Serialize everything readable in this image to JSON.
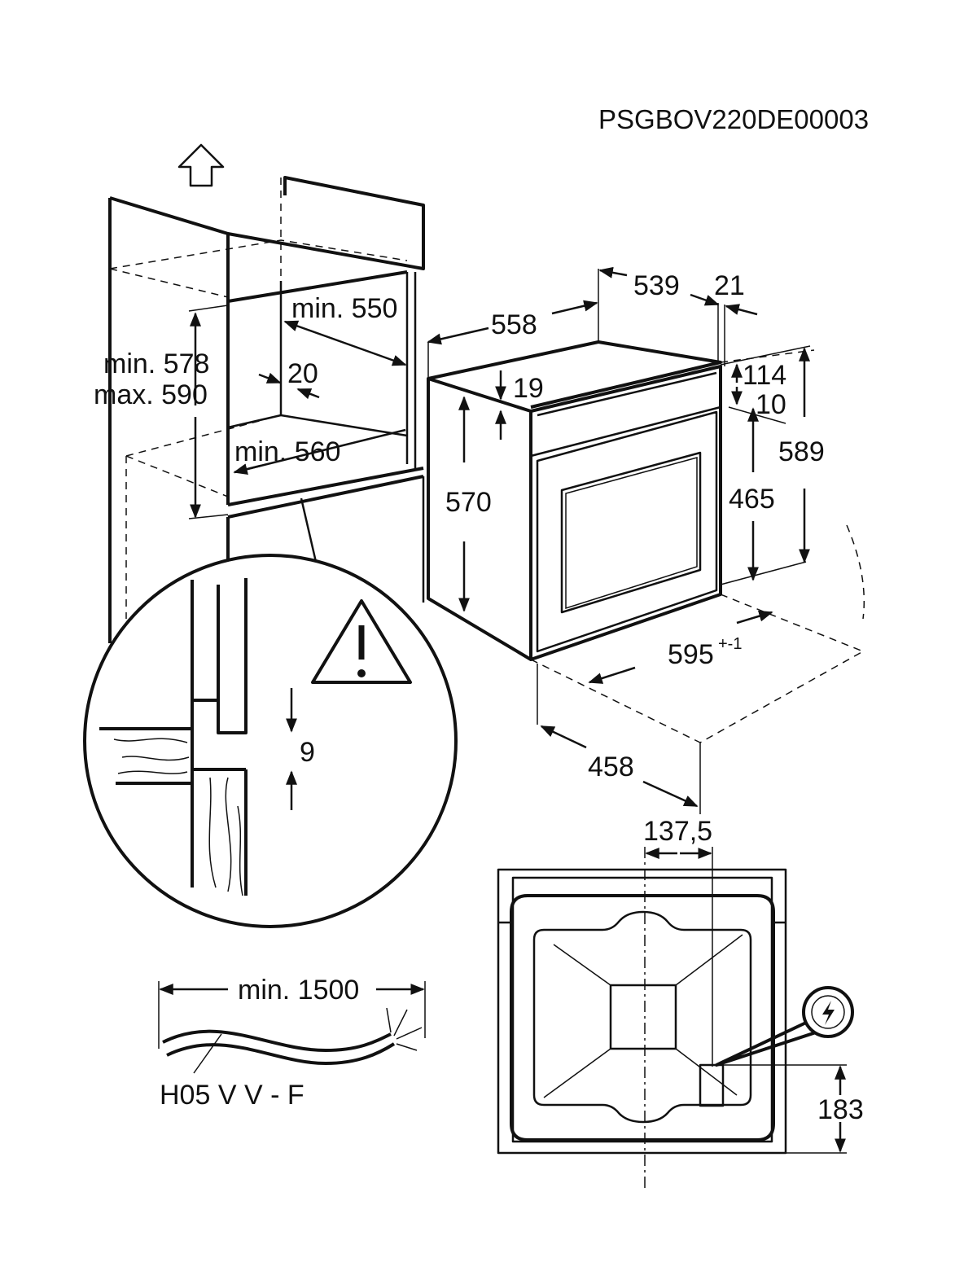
{
  "drawing_code": "PSGBOV220DE00003",
  "dimensions": {
    "niche_height": "min. 578",
    "niche_height_max": "max. 590",
    "niche_depth": "min. 550",
    "vent_gap": "20",
    "niche_width": "min. 560",
    "oven_depth_total": "558",
    "oven_depth_body": "539",
    "front_thickness": "21",
    "front_height": "589",
    "top_offset": "114",
    "panel_gap": "10",
    "top_recess": "19",
    "body_height": "570",
    "door_height": "465",
    "front_width": "595",
    "front_width_tolerance": "+-1",
    "body_width": "458",
    "floor_gap": "9",
    "cable_length": "min. 1500",
    "socket_offset_x": "137,5",
    "socket_offset_y": "183"
  },
  "cable_type": "H05 V V - F",
  "icons": {
    "warning": "warning-triangle-icon",
    "electric": "electric-connection-icon",
    "airflow": "airflow-arrow-icon"
  }
}
